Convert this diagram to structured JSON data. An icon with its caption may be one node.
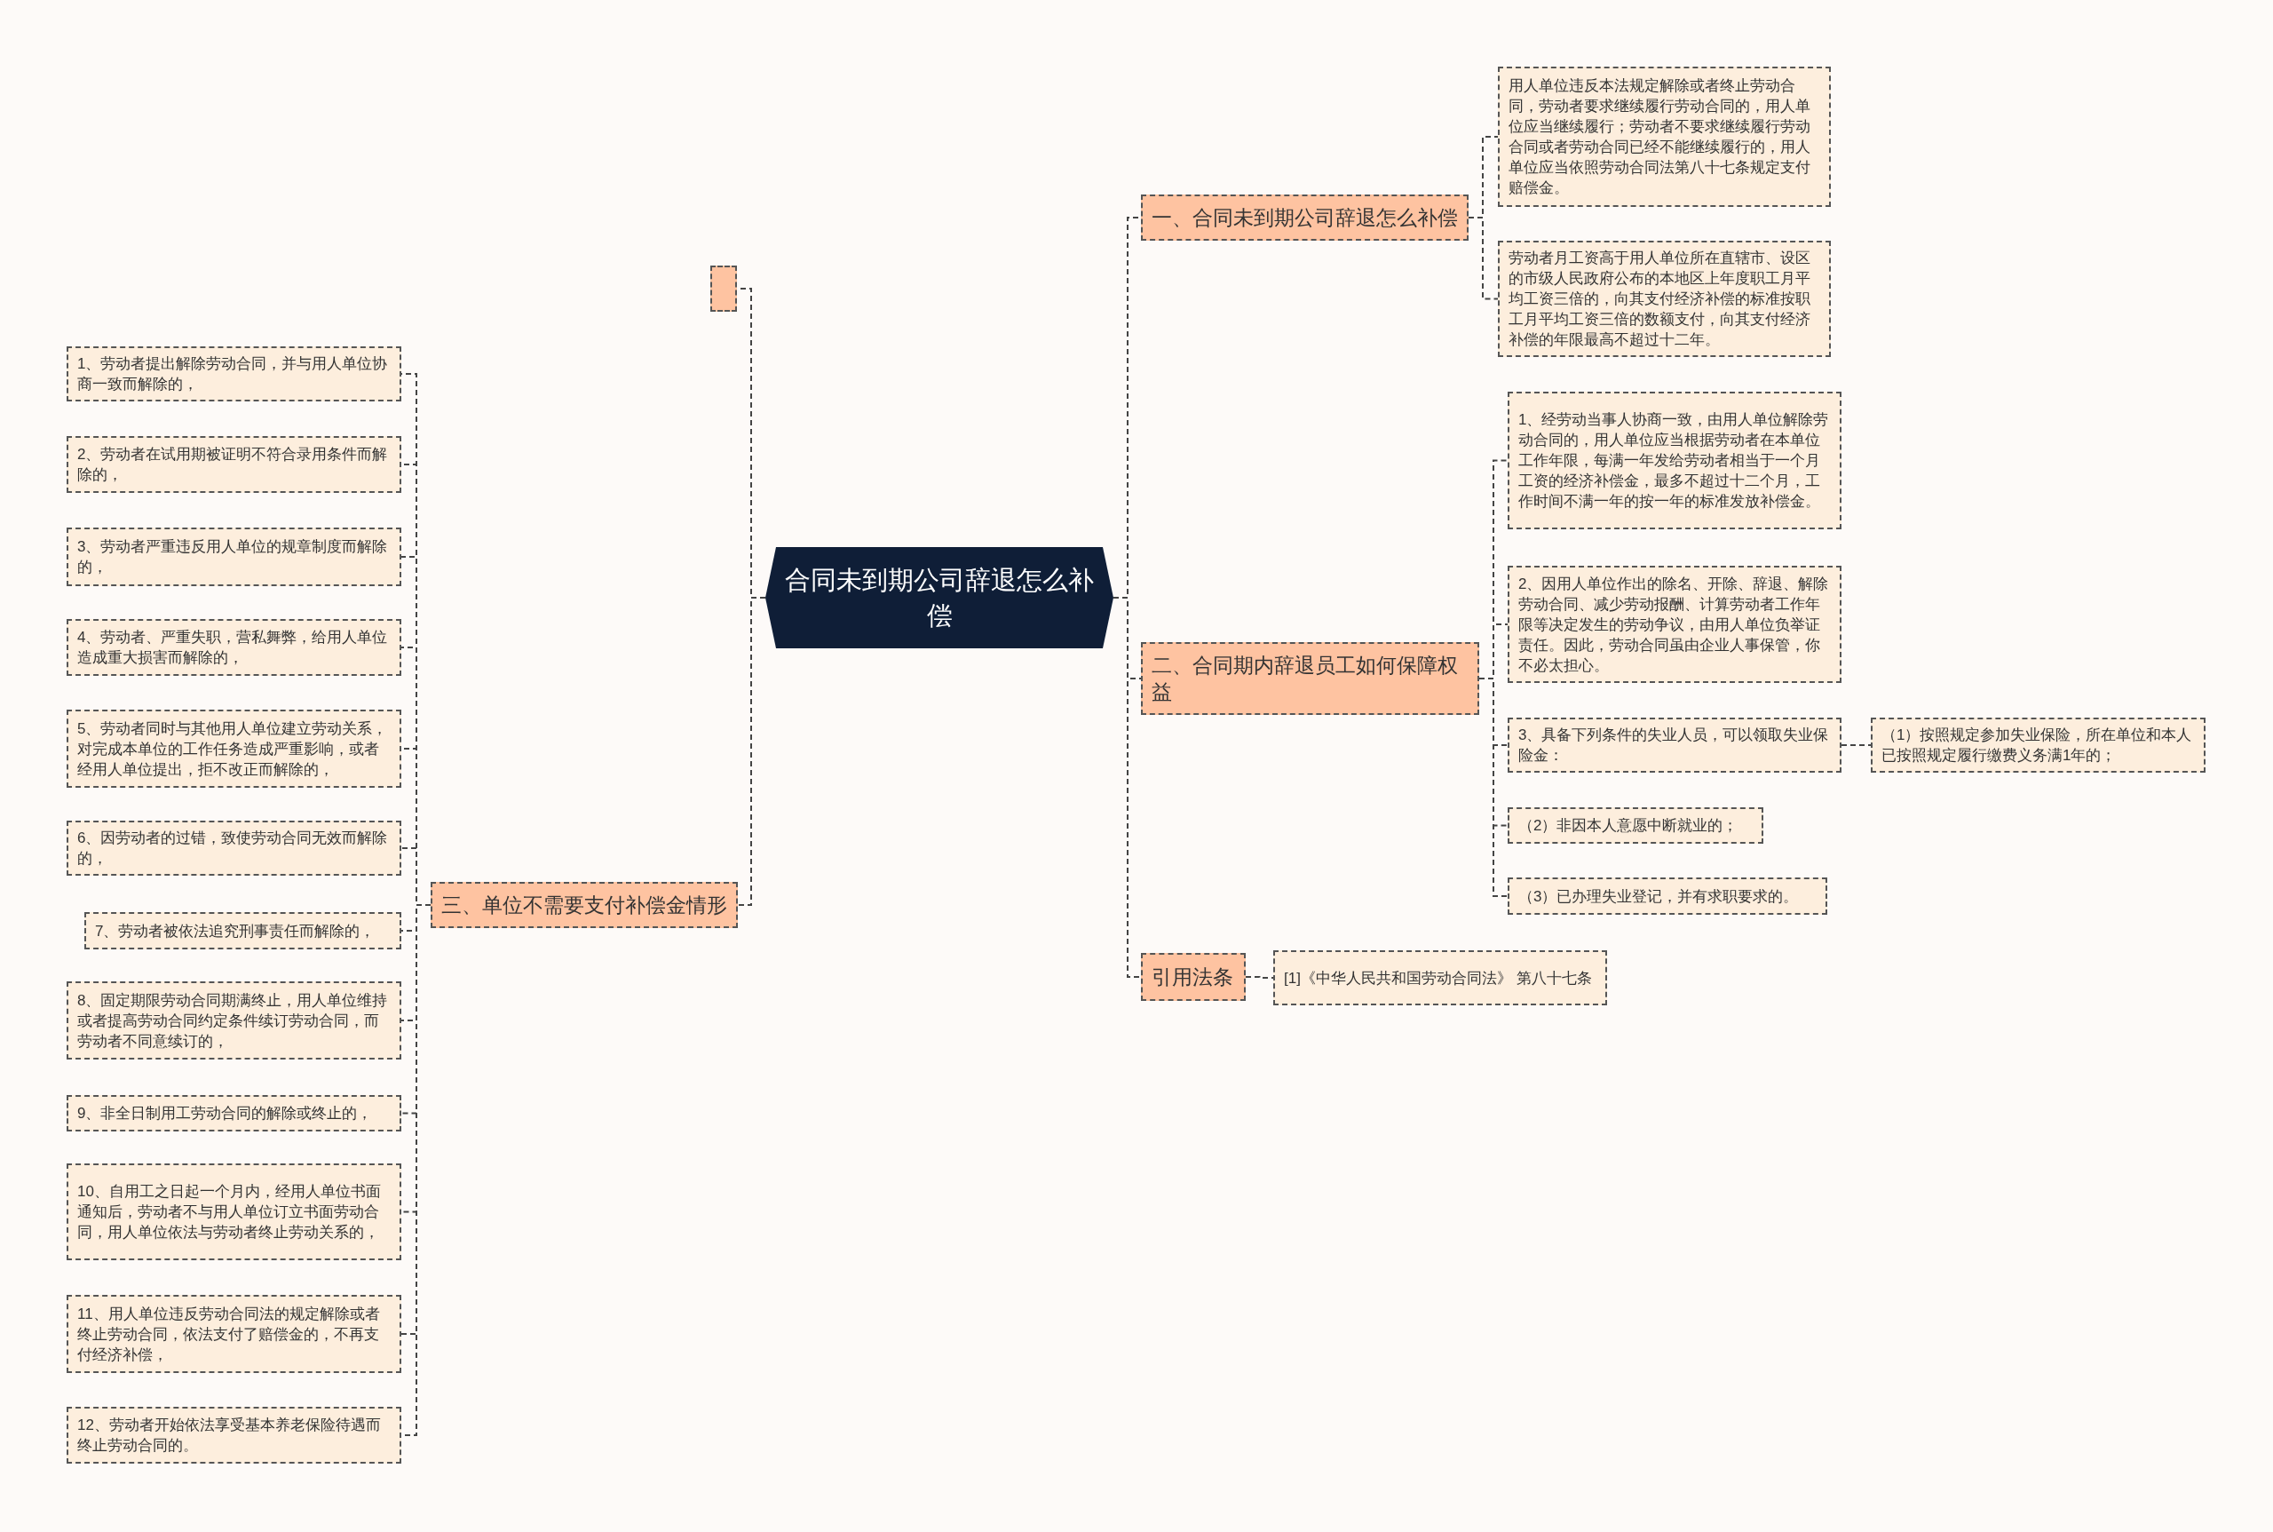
{
  "diagram": {
    "nodes": [
      {
        "text": [
          "合同未到期公司辞退怎么补偿"
        ]
      },
      {
        "text": [
          "一、合同未到期公司辞退怎么补偿"
        ]
      },
      {
        "text": [
          "用人单位违反本法规定解除或者终止劳动合同，劳动者要求继续履行劳动合同的，用人单位应当继续履行；劳动者不要求继续履行劳动合同或者劳动合同已经不能继续履行的，用人单位应当依照劳动合同法第八十七条规定支付赔偿金。"
        ]
      },
      {
        "text": [
          "劳动者月工资高于用人单位所在直辖市、设区的市级人民政府公布的本地区上年度职工月平均工资三倍的，向其支付经济补偿的标准按职工月平均工资三倍的数额支付，向其支付经济补偿的年限最高不超过十二年。"
        ]
      },
      {
        "text": [
          "二、合同期内辞退员工如何保障权益"
        ]
      },
      {
        "text": [
          "1、经劳动当事人协商一致，由用人单位解除劳动合同的，用人单位应当根据劳动者在本单位工作年限，每满一年发给劳动者相当于一个月工资的经济补偿金，最多不超过十二个月，工作时间不满一年的按一年的标准发放补偿金。"
        ]
      },
      {
        "text": [
          "2、因用人单位作出的除名、开除、辞退、解除劳动合同、减少劳动报酬、计算劳动者工作年限等决定发生的劳动争议，由用人单位负举证责任。因此，劳动合同虽由企业人事保管，你不必太担心。"
        ]
      },
      {
        "text": [
          "3、具备下列条件的失业人员，可以领取失业保险金："
        ]
      },
      {
        "text": [
          "（1）按照规定参加失业保险，所在单位和本人已按照规定履行缴费义务满1年的；"
        ]
      },
      {
        "text": [
          "（2）非因本人意愿中断就业的；"
        ]
      },
      {
        "text": [
          "（3）已办理失业登记，并有求职要求的。"
        ]
      },
      {
        "text": [
          "引用法条"
        ]
      },
      {
        "text": [
          "[1]《中华人民共和国劳动合同法》 第八十七条"
        ]
      },
      {
        "text": [],
        "shape": "box"
      },
      {
        "text": [
          "三、单位不需要支付补偿金情形"
        ]
      },
      {
        "text": [
          "1、劳动者提出解除劳动合同，并与用人单位协商一致而解除的，"
        ]
      },
      {
        "text": [
          "2、劳动者在试用期被证明不符合录用条件而解除的，"
        ]
      },
      {
        "text": [
          "3、劳动者严重违反用人单位的规章制度而解除的，"
        ]
      },
      {
        "text": [
          "4、劳动者、严重失职，营私舞弊，给用人单位造成重大损害而解除的，"
        ]
      },
      {
        "text": [
          "5、劳动者同时与其他用人单位建立劳动关系，对完成本单位的工作任务造成严重影响，或者经用人单位提出，拒不改正而解除的，"
        ]
      },
      {
        "text": [
          "6、因劳动者的过错，致使劳动合同无效而解除的，"
        ]
      },
      {
        "text": [
          "7、劳动者被依法追究刑事责任而解除的，"
        ]
      },
      {
        "text": [
          "8、固定期限劳动合同期满终止，用人单位维持或者提高劳动合同约定条件续订劳动合同，而劳动者不同意续订的，"
        ]
      },
      {
        "text": [
          "9、非全日制用工劳动合同的解除或终止的，"
        ]
      },
      {
        "text": [
          "10、自用工之日起一个月内，经用人单位书面通知后，劳动者不与用人单位订立书面劳动合同，用人单位依法与劳动者终止劳动关系的，"
        ]
      },
      {
        "text": [
          "11、用人单位违反劳动合同法的规定解除或者终止劳动合同，依法支付了赔偿金的，不再支付经济补偿，"
        ]
      },
      {
        "text": [
          "12、劳动者开始依法享受基本养老保险待遇而终止劳动合同的。"
        ]
      }
    ],
    "edges": [
      {
        "from": 0,
        "to": 1,
        "arrow": "none"
      },
      {
        "from": 1,
        "to": 2,
        "arrow": "none"
      },
      {
        "from": 1,
        "to": 3,
        "arrow": "none"
      },
      {
        "from": 0,
        "to": 4,
        "arrow": "none"
      },
      {
        "from": 4,
        "to": 5,
        "arrow": "none"
      },
      {
        "from": 4,
        "to": 6,
        "arrow": "none"
      },
      {
        "from": 4,
        "to": 7,
        "arrow": "none"
      },
      {
        "from": 7,
        "to": 8,
        "arrow": "none"
      },
      {
        "from": 4,
        "to": 9,
        "arrow": "none"
      },
      {
        "from": 4,
        "to": 10,
        "arrow": "none"
      },
      {
        "from": 0,
        "to": 11,
        "arrow": "none"
      },
      {
        "from": 11,
        "to": 12,
        "arrow": "none"
      },
      {
        "from": 0,
        "to": 13,
        "arrow": "none"
      },
      {
        "from": 0,
        "to": 14,
        "arrow": "none"
      },
      {
        "from": 14,
        "to": 15,
        "arrow": "none"
      },
      {
        "from": 14,
        "to": 16,
        "arrow": "none"
      },
      {
        "from": 14,
        "to": 17,
        "arrow": "none"
      },
      {
        "from": 14,
        "to": 18,
        "arrow": "none"
      },
      {
        "from": 14,
        "to": 19,
        "arrow": "none"
      },
      {
        "from": 14,
        "to": 20,
        "arrow": "none"
      },
      {
        "from": 14,
        "to": 21,
        "arrow": "none"
      },
      {
        "from": 14,
        "to": 22,
        "arrow": "none"
      },
      {
        "from": 14,
        "to": 23,
        "arrow": "none"
      },
      {
        "from": 14,
        "to": 24,
        "arrow": "none"
      },
      {
        "from": 14,
        "to": 25,
        "arrow": "none"
      },
      {
        "from": 14,
        "to": 26,
        "arrow": "none"
      }
    ]
  }
}
